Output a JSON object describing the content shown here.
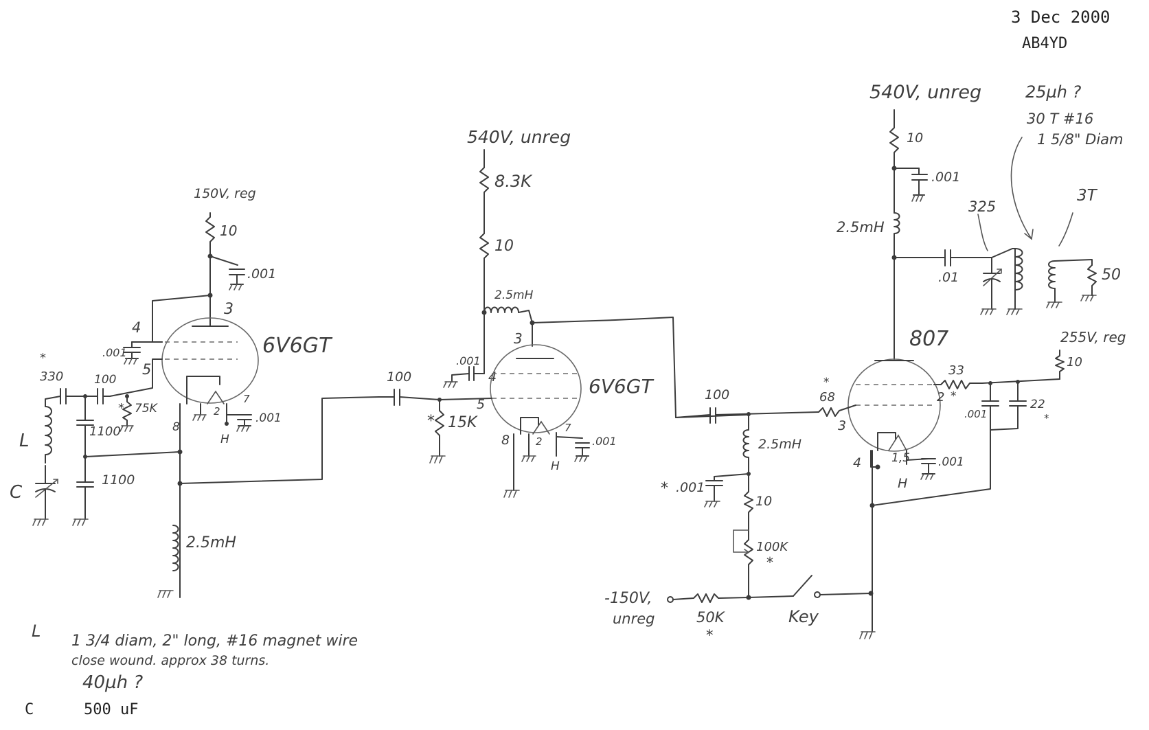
{
  "header": {
    "date": "3 Dec 2000",
    "callsign": "AB4YD"
  },
  "stage1": {
    "supply": "150V, reg",
    "dropping_resistor": "10",
    "bypass_cap": ".001",
    "tube": "6V6GT",
    "pin_plate": "3",
    "pin_screen": "4",
    "pin_grid": "5",
    "pin_cathode": "8",
    "pin_heater_a": "2",
    "pin_heater_b": "7",
    "heater_label": "H",
    "screen_cap": ".001",
    "heater_cap": ".001",
    "grid_cap": "100",
    "grid_resistor": "75K",
    "grid_resistor_mark": "*",
    "input_cap_mark": "*",
    "input_cap": "330",
    "coil": "L",
    "tuning_cap": "C",
    "feedback_cap_1": "1100",
    "feedback_cap_2": "1100",
    "cathode_choke": "2.5mH"
  },
  "stage2": {
    "supply": "540V, unreg",
    "resistor_1": "8.3K",
    "resistor_2": "10",
    "choke": "2.5mH",
    "tube": "6V6GT",
    "pin_plate": "3",
    "pin_screen": "4",
    "pin_grid": "5",
    "pin_cathode": "8",
    "pin_heater_a": "2",
    "pin_heater_b": "7",
    "heater_label": "H",
    "screen_cap": ".001",
    "heater_cap": ".001",
    "input_cap": "100",
    "grid_resistor": "15K",
    "grid_resistor_mark": "*"
  },
  "stage3": {
    "supply": "540V, unreg",
    "dropping_resistor": "10",
    "bypass_cap": ".001",
    "plate_choke": "2.5mH",
    "coupling_cap": ".01",
    "tank_cap": "325",
    "tank_coil_note": [
      "25µh ?",
      "30 T #16",
      "1 5/8\" Diam"
    ],
    "link_turns": "3T",
    "load": "50",
    "tube": "807",
    "screen_supply": "255V, reg",
    "screen_dropping": "10",
    "screen_resistor": "33",
    "screen_resistor_mark": "*",
    "screen_cap_1": ".001",
    "screen_cap_2": "22",
    "screen_cap_mark": "*",
    "pin_screen": "2",
    "pin_grid": "3",
    "pin_cathode": "4",
    "pin_heater": "1,5",
    "heater_label": "H",
    "heater_cap": ".001",
    "input_cap": "100",
    "grid_resistor": "68",
    "grid_resistor_mark": "*",
    "grid_choke": "2.5mH",
    "bias_cap": ".001",
    "bias_cap_mark": "*",
    "bias_resistor": "10",
    "bias_pot": "100K",
    "bias_pot_mark": "*",
    "bias_supply": [
      "-150V,",
      "unreg"
    ],
    "bias_series": "50K",
    "bias_series_mark": "*",
    "key": "Key"
  },
  "notes": {
    "coil_label": "L",
    "coil_text": [
      "1 3/4 diam, 2\" long, #16 magnet wire",
      "close wound. approx 38 turns.",
      "40µh ?"
    ],
    "cap_label": "C",
    "cap_value": "500 uF"
  }
}
